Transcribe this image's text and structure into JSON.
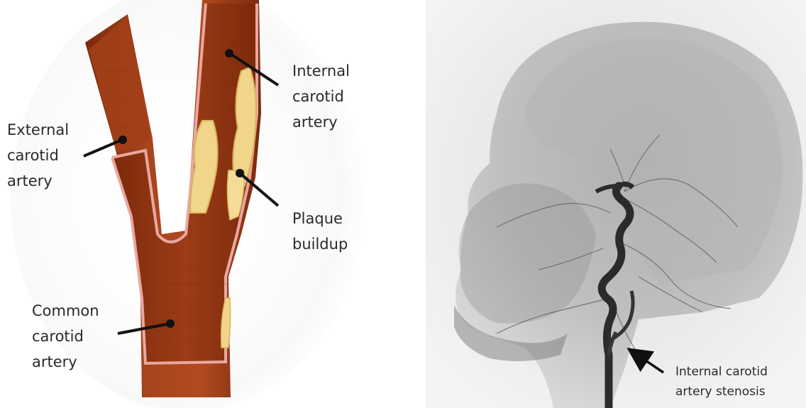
{
  "labels": {
    "internal": "Internal\ncarotid\nartery",
    "external": "External\ncarotid\nartery",
    "plaque": "Plaque\nbuildup",
    "common": "Common\ncarotid\nartery",
    "stenosis": "Internal carotid\nartery stenosis"
  },
  "colors": {
    "artery_dark": "#8a2e10",
    "artery_mid": "#a8441c",
    "artery_light": "#c0582a",
    "wall": "#e8a8a0",
    "plaque": "#f0d58a",
    "plaque_shadow": "#d9b25a",
    "xray_bg": "#e8e8e8",
    "xray_skull": "#9a9a9a",
    "vessel": "#2b2b2b"
  }
}
